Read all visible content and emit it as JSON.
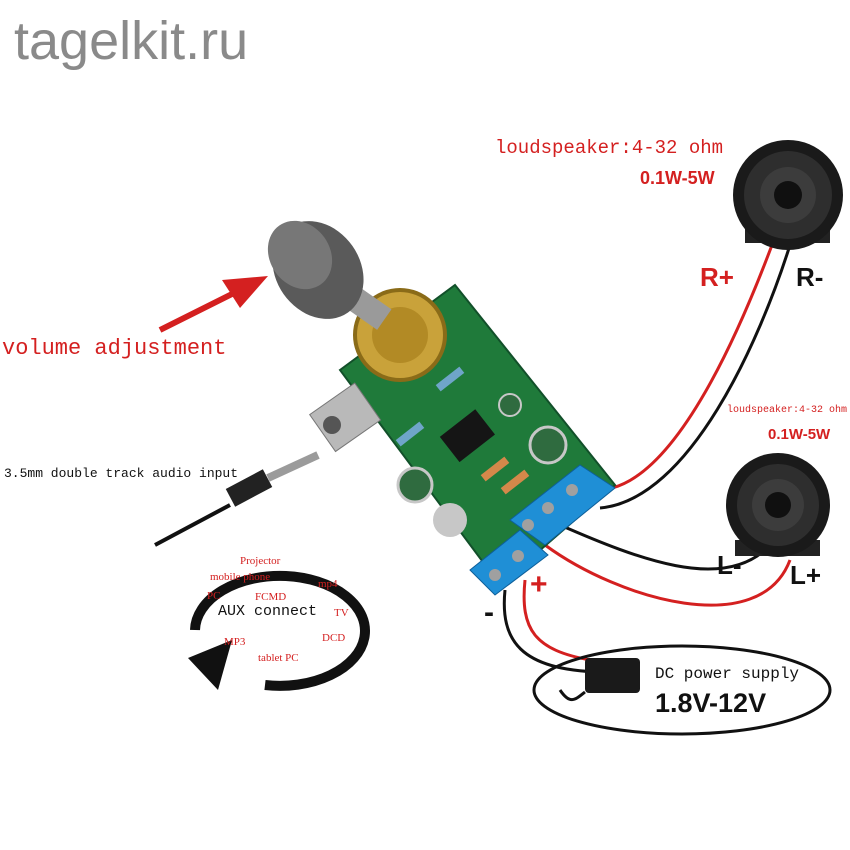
{
  "watermark": "tagelkit.ru",
  "speaker_right": {
    "label": "loudspeaker:4-32 ohm",
    "power": "0.1W-5W",
    "plus": "R+",
    "minus": "R-"
  },
  "speaker_left": {
    "label": "loudspeaker:4-32 ohm",
    "power": "0.1W-5W",
    "minus": "L-",
    "plus": "L+"
  },
  "volume_label": "volume adjustment",
  "audio_input_label": "3.5mm double track audio input",
  "power_supply": {
    "label": "DC power supply",
    "value": "1.8V-12V"
  },
  "board_terminals": {
    "plus": "+",
    "minus": "-"
  },
  "aux": {
    "center": "AUX connect",
    "devices": [
      "Projector",
      "mobile phone",
      "mp4",
      "PC",
      "FCMD",
      "TV",
      "MP3",
      "DCD",
      "tablet PC"
    ]
  },
  "colors": {
    "red": "#d42020",
    "board_green": "#1f7a3a",
    "terminal_blue": "#1f8fd6"
  }
}
